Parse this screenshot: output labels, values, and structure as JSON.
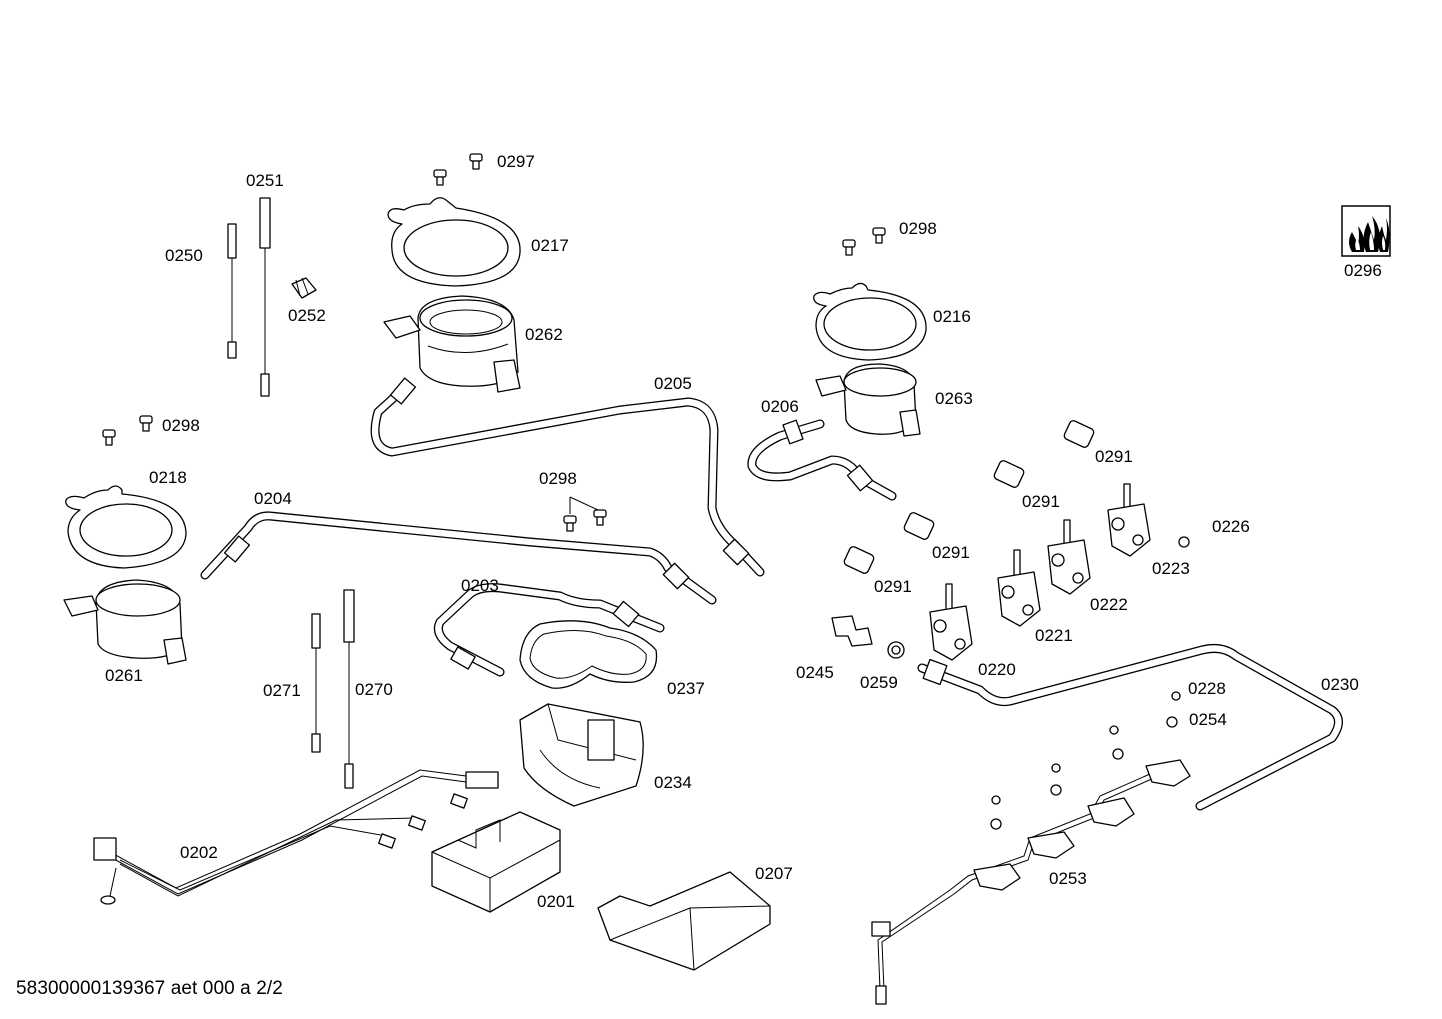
{
  "footer": "58300000139367 aet 000 a 2/2",
  "icon": {
    "name": "gas-flame-icon",
    "label": "0296"
  },
  "labels": {
    "l0297": "0297",
    "l0251": "0251",
    "l0250": "0250",
    "l0252": "0252",
    "l0217": "0217",
    "l0262": "0262",
    "l0298a": "0298",
    "l0216": "0216",
    "l0263": "0263",
    "l0206": "0206",
    "l0205": "0205",
    "l0298b": "0298",
    "l0218": "0218",
    "l0204": "0204",
    "l0298c": "0298",
    "l0291a": "0291",
    "l0291b": "0291",
    "l0291c": "0291",
    "l0291d": "0291",
    "l0226": "0226",
    "l0223": "0223",
    "l0222": "0222",
    "l0221": "0221",
    "l0220": "0220",
    "l0245": "0245",
    "l0259": "0259",
    "l0230": "0230",
    "l0228": "0228",
    "l0254": "0254",
    "l0253": "0253",
    "l0203": "0203",
    "l0237": "0237",
    "l0234": "0234",
    "l0261": "0261",
    "l0271": "0271",
    "l0270": "0270",
    "l0202": "0202",
    "l0201": "0201",
    "l0207": "0207"
  }
}
